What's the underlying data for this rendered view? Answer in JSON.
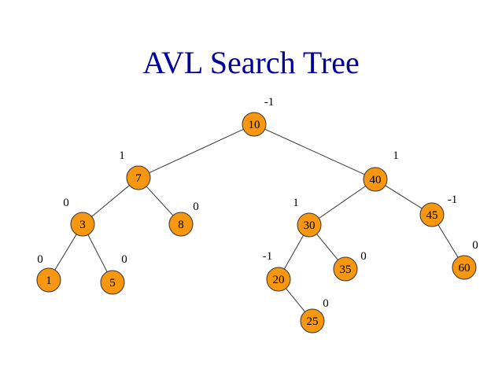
{
  "title": "AVL Search Tree",
  "colors": {
    "node_fill": "#f7960f",
    "node_stroke": "#333333",
    "edge": "#333333",
    "title": "#000099",
    "text": "#000000"
  },
  "nodes": [
    {
      "id": "n10",
      "label": "10",
      "balance": "-1"
    },
    {
      "id": "n7",
      "label": "7",
      "balance": "1"
    },
    {
      "id": "n40",
      "label": "40",
      "balance": "1"
    },
    {
      "id": "n3",
      "label": "3",
      "balance": "0"
    },
    {
      "id": "n8",
      "label": "8",
      "balance": "0"
    },
    {
      "id": "n30",
      "label": "30",
      "balance": "1"
    },
    {
      "id": "n45",
      "label": "45",
      "balance": "-1"
    },
    {
      "id": "n1",
      "label": "1",
      "balance": "0"
    },
    {
      "id": "n5",
      "label": "5",
      "balance": "0"
    },
    {
      "id": "n20",
      "label": "20",
      "balance": "-1"
    },
    {
      "id": "n35",
      "label": "35",
      "balance": "0"
    },
    {
      "id": "n60",
      "label": "60",
      "balance": "0"
    },
    {
      "id": "n25",
      "label": "25",
      "balance": "0"
    }
  ],
  "edges": [
    [
      "n10",
      "n7"
    ],
    [
      "n10",
      "n40"
    ],
    [
      "n7",
      "n3"
    ],
    [
      "n7",
      "n8"
    ],
    [
      "n40",
      "n30"
    ],
    [
      "n40",
      "n45"
    ],
    [
      "n3",
      "n1"
    ],
    [
      "n3",
      "n5"
    ],
    [
      "n30",
      "n20"
    ],
    [
      "n30",
      "n35"
    ],
    [
      "n45",
      "n60"
    ],
    [
      "n20",
      "n25"
    ]
  ]
}
